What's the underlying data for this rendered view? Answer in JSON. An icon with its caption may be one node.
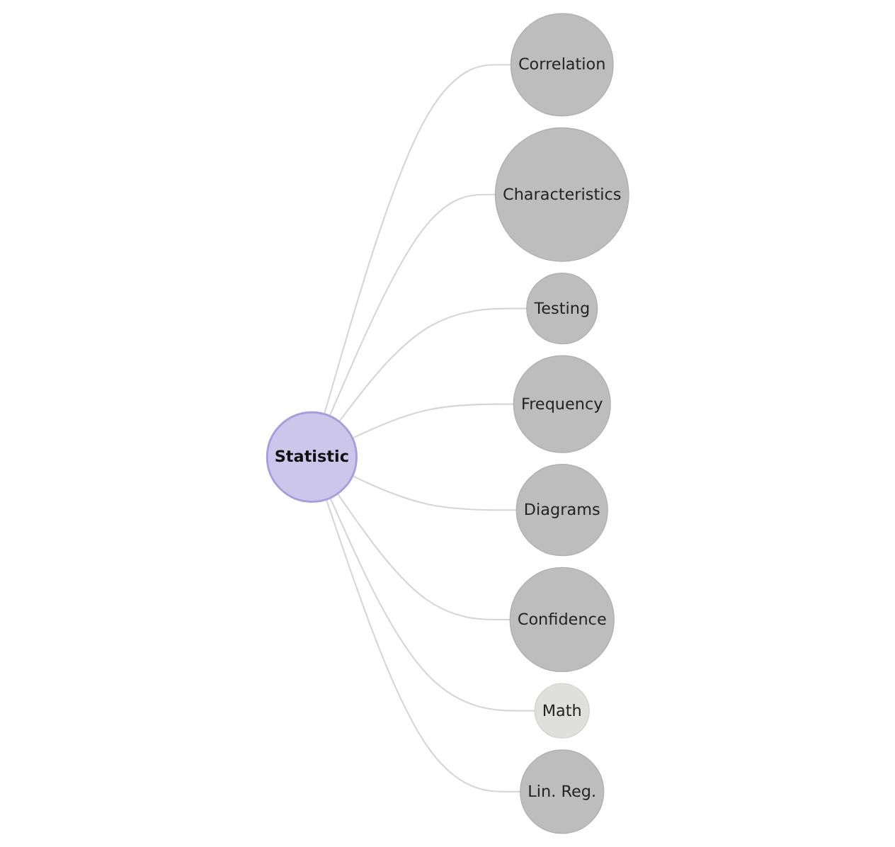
{
  "diagram": {
    "nodes": [
      {
        "text": [
          "Correlation"
        ]
      },
      {
        "text": [
          "Characteristics"
        ]
      },
      {
        "text": [
          "Testing"
        ]
      },
      {
        "text": [
          "Frequency"
        ]
      },
      {
        "text": [
          "Statistic"
        ]
      },
      {
        "text": [
          "Diagrams"
        ]
      },
      {
        "text": [
          "Confidence"
        ]
      },
      {
        "text": [
          "Math"
        ]
      },
      {
        "text": [
          "Lin. Reg."
        ]
      }
    ],
    "edges": [
      {
        "from": 4,
        "to": 0,
        "arrow": "none"
      },
      {
        "from": 4,
        "to": 1,
        "arrow": "none"
      },
      {
        "from": 4,
        "to": 2,
        "arrow": "none"
      },
      {
        "from": 4,
        "to": 3,
        "arrow": "none"
      },
      {
        "from": 4,
        "to": 5,
        "arrow": "none"
      },
      {
        "from": 4,
        "to": 6,
        "arrow": "none"
      },
      {
        "from": 4,
        "to": 7,
        "arrow": "none"
      },
      {
        "from": 4,
        "to": 8,
        "arrow": "none"
      }
    ]
  }
}
